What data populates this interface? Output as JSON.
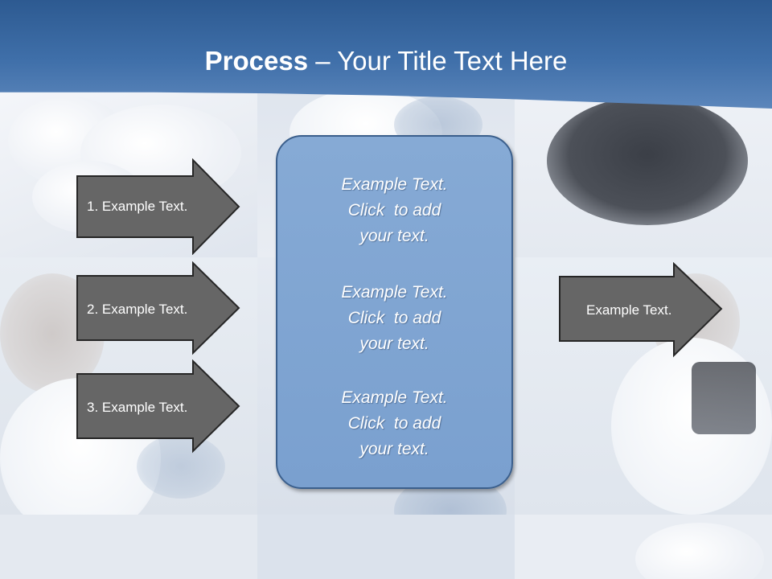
{
  "slide": {
    "title_bold": "Process",
    "title_rest": " – Your Title Text Here"
  },
  "left_arrows": [
    {
      "label": "1. Example Text."
    },
    {
      "label": "2. Example Text."
    },
    {
      "label": "3. Example Text."
    }
  ],
  "right_arrow": {
    "label": "Example Text."
  },
  "center_box": {
    "blocks": [
      {
        "line1": "Example Text.",
        "line2": "Click  to add",
        "line3": "your text."
      },
      {
        "line1": "Example Text.",
        "line2": "Click  to add",
        "line3": "your text."
      },
      {
        "line1": "Example Text.",
        "line2": "Click  to add",
        "line3": "your text."
      }
    ]
  },
  "colors": {
    "header": "#3f6fa9",
    "arrow_fill": "#666666",
    "box_fill": "#7ea3d1",
    "box_border": "#3b5f8c"
  }
}
